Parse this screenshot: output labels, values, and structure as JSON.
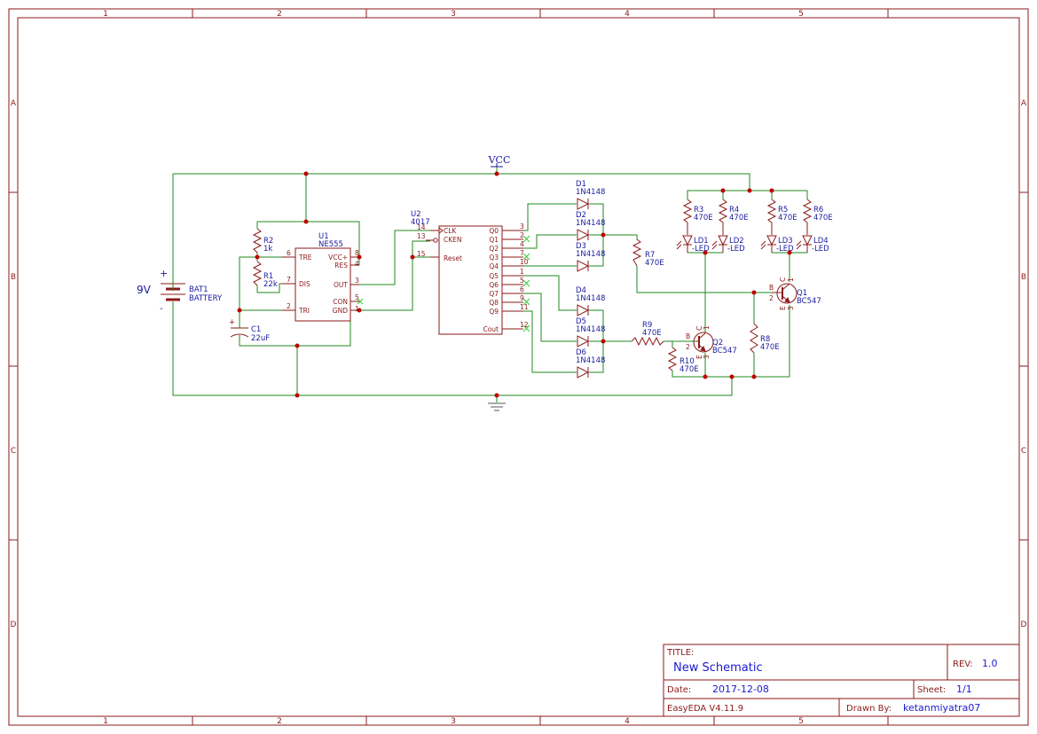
{
  "frame": {
    "columns": [
      "1",
      "2",
      "3",
      "4",
      "5"
    ],
    "rows": [
      "A",
      "B",
      "C",
      "D"
    ]
  },
  "power": {
    "vcc_label": "VCC"
  },
  "battery": {
    "ref": "BAT1",
    "value": "BATTERY",
    "voltage": "9V",
    "plus": "+",
    "minus": "-"
  },
  "u1": {
    "ref": "U1",
    "value": "NE555",
    "pins": [
      {
        "name": "TRE",
        "num": "6"
      },
      {
        "name": "VCC+",
        "num": "8"
      },
      {
        "name": "RES",
        "num": "4"
      },
      {
        "name": "DIS",
        "num": "7"
      },
      {
        "name": "OUT",
        "num": "3"
      },
      {
        "name": "CON",
        "num": "5"
      },
      {
        "name": "TRI",
        "num": "2"
      },
      {
        "name": "GND",
        "num": "1"
      }
    ]
  },
  "u2": {
    "ref": "U2",
    "value": "4017",
    "left_pins": [
      {
        "name": "CLK",
        "num": "14"
      },
      {
        "name": "CKEN",
        "num": "13"
      },
      {
        "name": "Reset",
        "num": "15"
      }
    ],
    "right_pins": [
      {
        "name": "Q0",
        "num": "3"
      },
      {
        "name": "Q1",
        "num": "2"
      },
      {
        "name": "Q2",
        "num": "4"
      },
      {
        "name": "Q3",
        "num": "7"
      },
      {
        "name": "Q4",
        "num": "10"
      },
      {
        "name": "Q5",
        "num": "1"
      },
      {
        "name": "Q6",
        "num": "5"
      },
      {
        "name": "Q7",
        "num": "6"
      },
      {
        "name": "Q8",
        "num": "9"
      },
      {
        "name": "Q9",
        "num": "11"
      },
      {
        "name": "Cout",
        "num": "12"
      }
    ]
  },
  "resistors": [
    {
      "ref": "R2",
      "value": "1k"
    },
    {
      "ref": "R1",
      "value": "22k"
    },
    {
      "ref": "R3",
      "value": "470E"
    },
    {
      "ref": "R4",
      "value": "470E"
    },
    {
      "ref": "R5",
      "value": "470E"
    },
    {
      "ref": "R6",
      "value": "470E"
    },
    {
      "ref": "R7",
      "value": "470E"
    },
    {
      "ref": "R8",
      "value": "470E"
    },
    {
      "ref": "R9",
      "value": "470E"
    },
    {
      "ref": "R10",
      "value": "470E"
    }
  ],
  "capacitor": {
    "ref": "C1",
    "value": "22uF",
    "plus": "+"
  },
  "diodes": [
    {
      "ref": "D1",
      "value": "1N4148"
    },
    {
      "ref": "D2",
      "value": "1N4148"
    },
    {
      "ref": "D3",
      "value": "1N4148"
    },
    {
      "ref": "D4",
      "value": "1N4148"
    },
    {
      "ref": "D5",
      "value": "1N4148"
    },
    {
      "ref": "D6",
      "value": "1N4148"
    }
  ],
  "leds": [
    {
      "ref": "LD1",
      "value": "-LED"
    },
    {
      "ref": "LD2",
      "value": "-LED"
    },
    {
      "ref": "LD3",
      "value": "-LED"
    },
    {
      "ref": "LD4",
      "value": "-LED"
    }
  ],
  "transistors": [
    {
      "ref": "Q1",
      "value": "BC547",
      "b": "B",
      "c": "C",
      "e": "E",
      "pin_b": "2",
      "pin_c": "1",
      "pin_e": "3"
    },
    {
      "ref": "Q2",
      "value": "BC547",
      "b": "B",
      "c": "C",
      "e": "E",
      "pin_b": "2",
      "pin_c": "1",
      "pin_e": "3"
    }
  ],
  "title_block": {
    "title_label": "TITLE:",
    "title": "New Schematic",
    "rev_label": "REV:",
    "rev": "1.0",
    "date_label": "Date:",
    "date": "2017-12-08",
    "sheet_label": "Sheet:",
    "sheet": "1/1",
    "tool": "EasyEDA V4.11.9",
    "drawn_label": "Drawn By:",
    "drawn_by": "ketanmiyatra07"
  }
}
